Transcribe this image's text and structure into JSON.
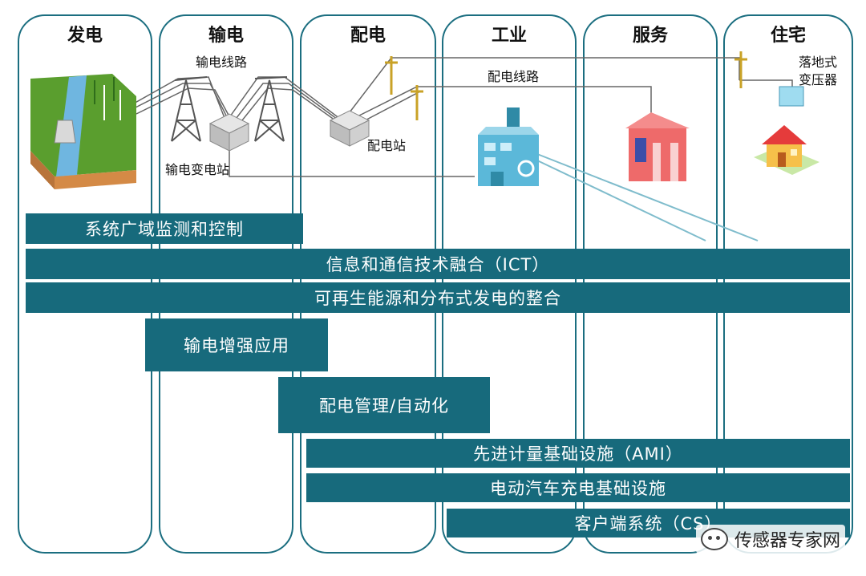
{
  "columns": [
    "发电",
    "输电",
    "配电",
    "工业",
    "服务",
    "住宅"
  ],
  "labels": {
    "transmission_line": "输电线路",
    "transmission_substation": "输电变电站",
    "distribution_substation": "配电站",
    "distribution_line": "配电线路",
    "padmount_transformer_1": "落地式",
    "padmount_transformer_2": "变压器"
  },
  "bars": {
    "wide_area": "系统广域监测和控制",
    "ict": "信息和通信技术融合（ICT）",
    "renewables": "可再生能源和分布式发电的整合",
    "transmission_apps": "输电增强应用",
    "distribution_mgmt": "配电管理/自动化",
    "ami": "先进计量基础设施（AMI）",
    "ev": "电动汽车充电基础设施",
    "customer": "客户端系统（CS）"
  },
  "watermark": "传感器专家网",
  "colors": {
    "bar": "#176a7c",
    "border": "#1b6e80"
  }
}
